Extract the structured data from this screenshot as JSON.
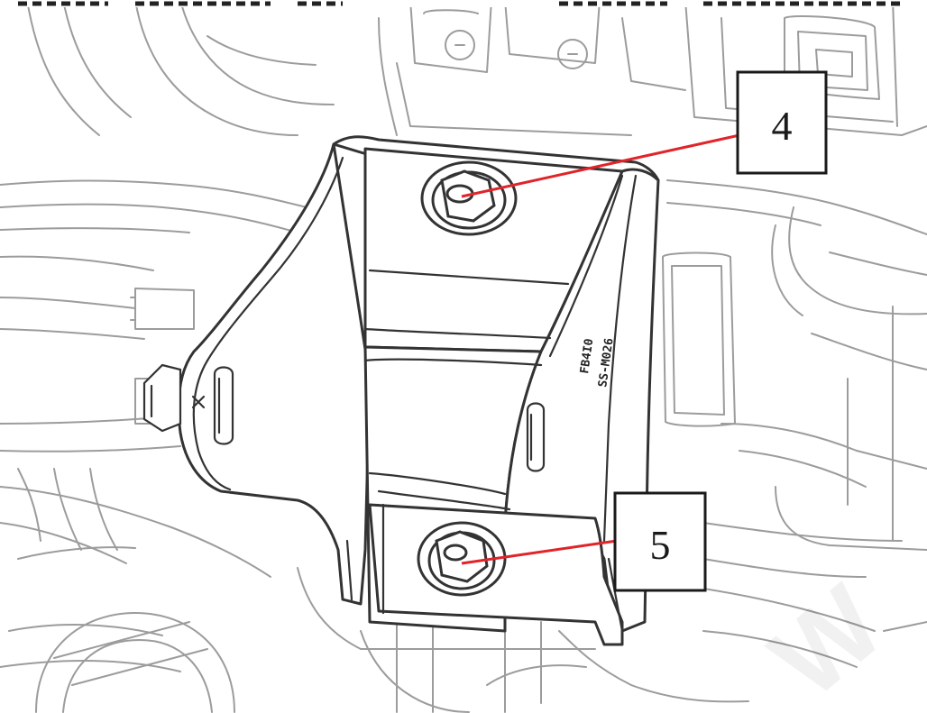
{
  "callouts": [
    {
      "label": "4",
      "target": "upper-bolt"
    },
    {
      "label": "5",
      "target": "lower-bolt"
    }
  ],
  "stamp_lines": [
    "FB4I0",
    "SS-M026"
  ],
  "watermark": "W",
  "colors": {
    "line": "#3a3a3a",
    "background_line": "#9a9a9a",
    "leader": "#e0242a",
    "box_stroke": "#1a1a1a"
  }
}
